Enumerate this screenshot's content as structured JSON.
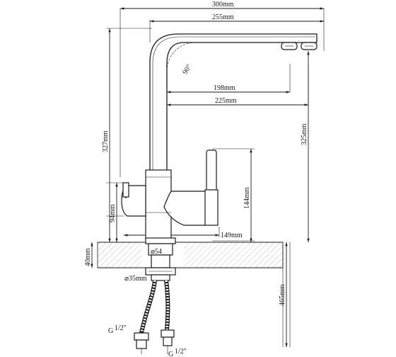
{
  "dimensions": {
    "total_width": "300mm",
    "spout_reach": "255mm",
    "angle": "90°",
    "dim_198": "198mm",
    "dim_225": "225mm",
    "total_height": "327mm",
    "spout_height": "325mm",
    "lever_height": "144mm",
    "side_lever_height": "94mm",
    "base_to_lever": "149mm",
    "counter_thickness": "40mm",
    "base_diameter": "⌀54",
    "shank_diameter": "⌀35mm",
    "hose_length": "465mm",
    "thread_left": "G",
    "thread_right": "G",
    "thread_fraction": "1/2\""
  }
}
